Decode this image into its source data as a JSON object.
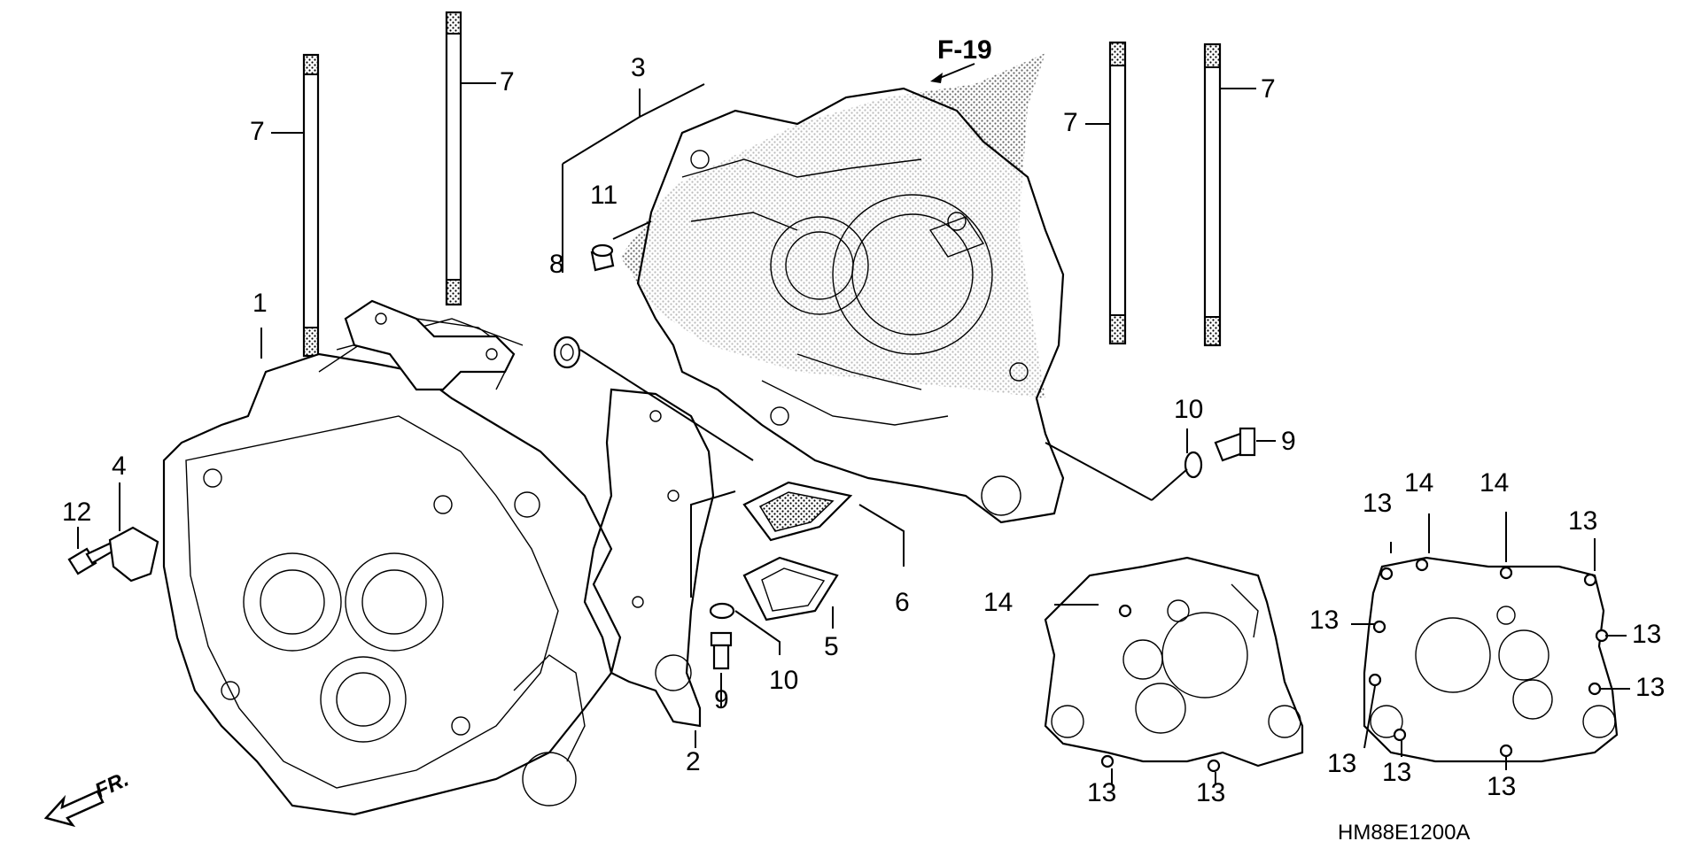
{
  "diagram": {
    "reference_code": "HM88E1200A",
    "cross_reference": "F-19",
    "front_label": "FR.",
    "callouts": {
      "c1": "1",
      "c2": "2",
      "c3": "3",
      "c4": "4",
      "c5": "5",
      "c6": "6",
      "c7a": "7",
      "c7b": "7",
      "c7c": "7",
      "c7d": "7",
      "c8": "8",
      "c9a": "9",
      "c9b": "9",
      "c10a": "10",
      "c10b": "10",
      "c11": "11",
      "c12": "12",
      "c13a": "13",
      "c13b": "13",
      "c13c": "13",
      "c13d": "13",
      "c13e": "13",
      "c13f": "13",
      "c13g": "13",
      "c13h": "13",
      "c13i": "13",
      "c13j": "13",
      "c14a": "14",
      "c14b": "14",
      "c14c": "14"
    }
  }
}
